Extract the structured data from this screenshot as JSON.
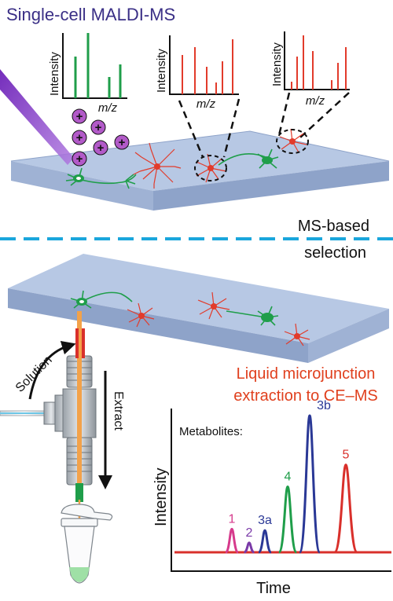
{
  "title": "Single-cell MALDI-MS",
  "divider_label_line1": "MS-based",
  "divider_label_line2": "selection",
  "extraction_line1": "Liquid microjunction",
  "extraction_line2": "extraction to CE–MS",
  "inset_spectra": [
    {
      "ylabel": "Intensity",
      "xlabel": "m/z",
      "color": "#1f9e4a"
    },
    {
      "ylabel": "Intensity",
      "xlabel": "m/z",
      "color": "#e23b2b"
    },
    {
      "ylabel": "Intensity",
      "xlabel": "m/z",
      "color": "#e23b2b"
    }
  ],
  "ion_symbol": "+",
  "flow_labels": {
    "solution": "Solution",
    "extract": "Extract"
  },
  "electropherogram": {
    "metabolites_label": "Metabolites:",
    "ylabel": "Intensity",
    "xlabel": "Time",
    "peaks": [
      {
        "label": "1",
        "color": "#d63a8c",
        "rel_height": 0.17
      },
      {
        "label": "2",
        "color": "#7a3aa8",
        "rel_height": 0.07
      },
      {
        "label": "3a",
        "color": "#2a3896",
        "rel_height": 0.16
      },
      {
        "label": "4",
        "color": "#1f9e4a",
        "rel_height": 0.48
      },
      {
        "label": "3b",
        "color": "#2a3896",
        "rel_height": 1.0
      },
      {
        "label": "5",
        "color": "#d9302b",
        "rel_height": 0.64
      }
    ]
  },
  "colors": {
    "title": "#3a2f86",
    "extraction": "#e0401e",
    "divider": "#1aa6dc",
    "neuron_green": "#1f9e4a",
    "neuron_red": "#e23b2b",
    "slide_top": "#b7c8e4",
    "slide_side": "#8ea3c9",
    "laser": "#8b3bc9",
    "ion": "#b25ac8"
  }
}
